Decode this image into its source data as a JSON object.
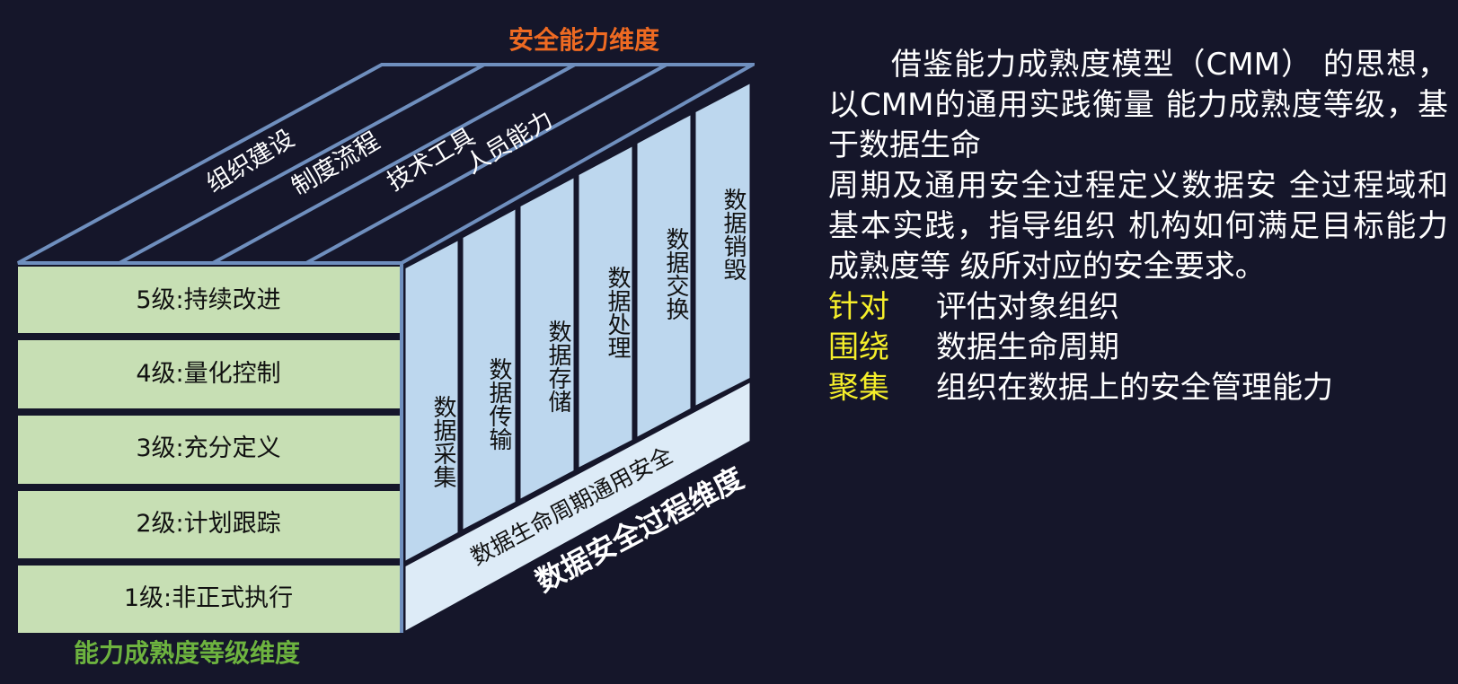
{
  "title_top": "安全能力维度",
  "title_bottom": "能力成熟度等级维度",
  "title_right": "数据安全过程维度",
  "levels": [
    "5级:持续改进",
    "4级:量化控制",
    "3级:充分定义",
    "2级:计划跟踪",
    "1级:非正式执行"
  ],
  "capabilities": [
    "组织建设",
    "制度流程",
    "技术工具",
    "人员能力"
  ],
  "lifecycle_stages": [
    "数据采集",
    "数据传输",
    "数据存储",
    "数据处理",
    "数据交换",
    "数据销毁"
  ],
  "common_security": "数据生命周期通用安全",
  "description": {
    "line1": "借鉴能力成熟度模型（CMM） 的思想，以CMM的通用实践衡量 能力成熟度等级，基于数据生命",
    "line2": "周期及通用安全过程定义数据安 全过程域和基本实践，指导组织 机构如何满足目标能力成熟度等 级所对应的安全要求。"
  },
  "points": [
    {
      "keyword": "针对",
      "text": "评估对象组织"
    },
    {
      "keyword": "围绕",
      "text": "数据生命周期"
    },
    {
      "keyword": "聚集",
      "text": "组织在数据上的安全管理能力"
    }
  ],
  "colors": {
    "background": "#15162a",
    "level_fill": "#c7dfb4",
    "stage_fill": "#bdd7ee",
    "common_fill": "#ddebf7",
    "frame": "#6f8fbe",
    "top_title": "#ee6a22",
    "bottom_title": "#6db33f",
    "keyword": "#f5ee2a"
  }
}
